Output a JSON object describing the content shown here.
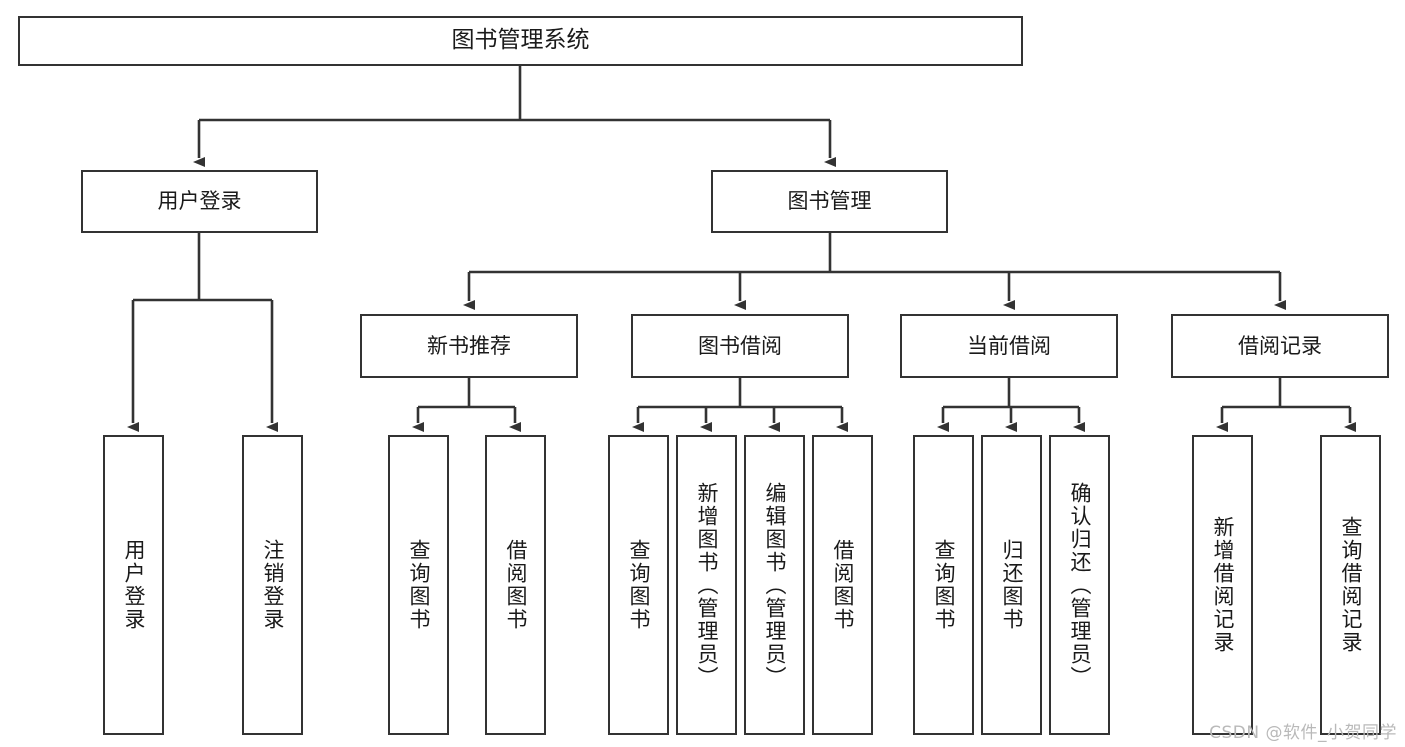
{
  "diagram": {
    "title": "图书管理系统",
    "type": "tree-hierarchy-chart",
    "watermark": "CSDN @软件_小贺同学",
    "colors": {
      "box_border": "#333333",
      "box_fill": "#ffffff",
      "connector": "#333333",
      "text": "#1a1a1a",
      "watermark": "#b9b9b9"
    }
  },
  "nodes": {
    "root": {
      "label": "图书管理系统"
    },
    "level2": [
      {
        "id": "user-login",
        "label": "用户登录"
      },
      {
        "id": "book-management",
        "label": "图书管理"
      }
    ],
    "level3": [
      {
        "id": "new-book-recommend",
        "label": "新书推荐"
      },
      {
        "id": "book-borrow",
        "label": "图书借阅"
      },
      {
        "id": "current-borrow",
        "label": "当前借阅"
      },
      {
        "id": "borrow-record",
        "label": "借阅记录"
      }
    ],
    "leaves": {
      "user_login": [
        {
          "id": "leaf-user-login",
          "label": "用户登录"
        },
        {
          "id": "leaf-logout-login",
          "label": "注销登录"
        }
      ],
      "new_book_recommend": [
        {
          "id": "leaf-query-book-1",
          "label": "查询图书"
        },
        {
          "id": "leaf-borrow-book-1",
          "label": "借阅图书"
        }
      ],
      "book_borrow": [
        {
          "id": "leaf-query-book-2",
          "label": "查询图书"
        },
        {
          "id": "leaf-add-book",
          "label": "新增图书（管理员）"
        },
        {
          "id": "leaf-edit-book",
          "label": "编辑图书（管理员）"
        },
        {
          "id": "leaf-borrow-book-2",
          "label": "借阅图书"
        }
      ],
      "current_borrow": [
        {
          "id": "leaf-query-book-3",
          "label": "查询图书"
        },
        {
          "id": "leaf-return-book",
          "label": "归还图书"
        },
        {
          "id": "leaf-confirm-return",
          "label": "确认归还（管理员）"
        }
      ],
      "borrow_record": [
        {
          "id": "leaf-add-record",
          "label": "新增借阅记录"
        },
        {
          "id": "leaf-query-record",
          "label": "查询借阅记录"
        }
      ]
    }
  }
}
